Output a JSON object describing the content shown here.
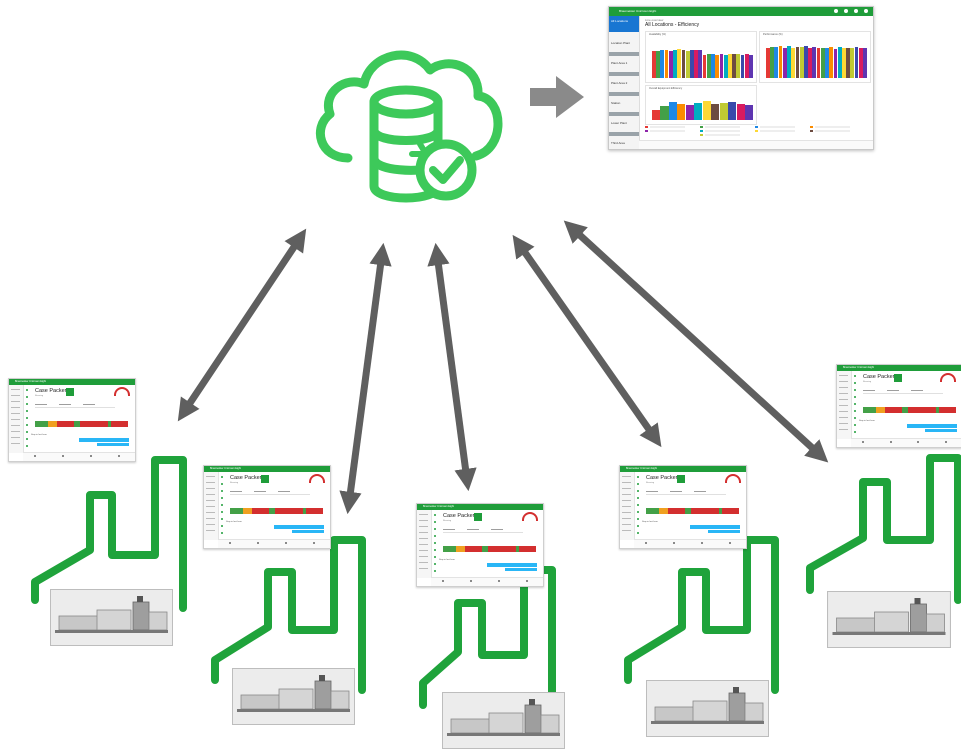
{
  "colors": {
    "brand_green": "#1f9d3a",
    "icon_green": "#3dc95a",
    "arrow_gray": "#5f5f5f",
    "status_red": "#d32f2f",
    "status_orange": "#f0a020",
    "bar_blue": "#29b6f6"
  },
  "cloud": {
    "icon": "cloud-database-check-icon"
  },
  "dashboard": {
    "header_title": "Braumeister Unicrown Eight",
    "breadcrumb": "Line overview",
    "title": "All Locations - Efficiency",
    "sidebar_items": [
      "All Locations",
      "Location Plant",
      "Plant Area 1",
      "Plant Area 2",
      "Station",
      "Lower Plant",
      "Third Area"
    ],
    "panels": [
      {
        "label": "Availability (%)"
      },
      {
        "label": "Performance (%)"
      },
      {
        "label": "Overall Equipment Efficiency"
      }
    ]
  },
  "machines": [
    {
      "title": "Braumeister Unicrown Eight",
      "name": "Case Packer 2",
      "subtitle": "Running"
    },
    {
      "title": "Braumeister Unicrown Eight",
      "name": "Case Packer 2",
      "subtitle": "Running"
    },
    {
      "title": "Braumeister Unicrown Eight",
      "name": "Case Packer 2",
      "subtitle": "Running"
    },
    {
      "title": "Braumeister Unicrown Eight",
      "name": "Case Packer 2",
      "subtitle": "Running"
    },
    {
      "title": "Braumeister Unicrown Eight",
      "name": "Case Packer 2",
      "subtitle": "Running"
    }
  ],
  "machine_section_label": "Stop in last hour"
}
